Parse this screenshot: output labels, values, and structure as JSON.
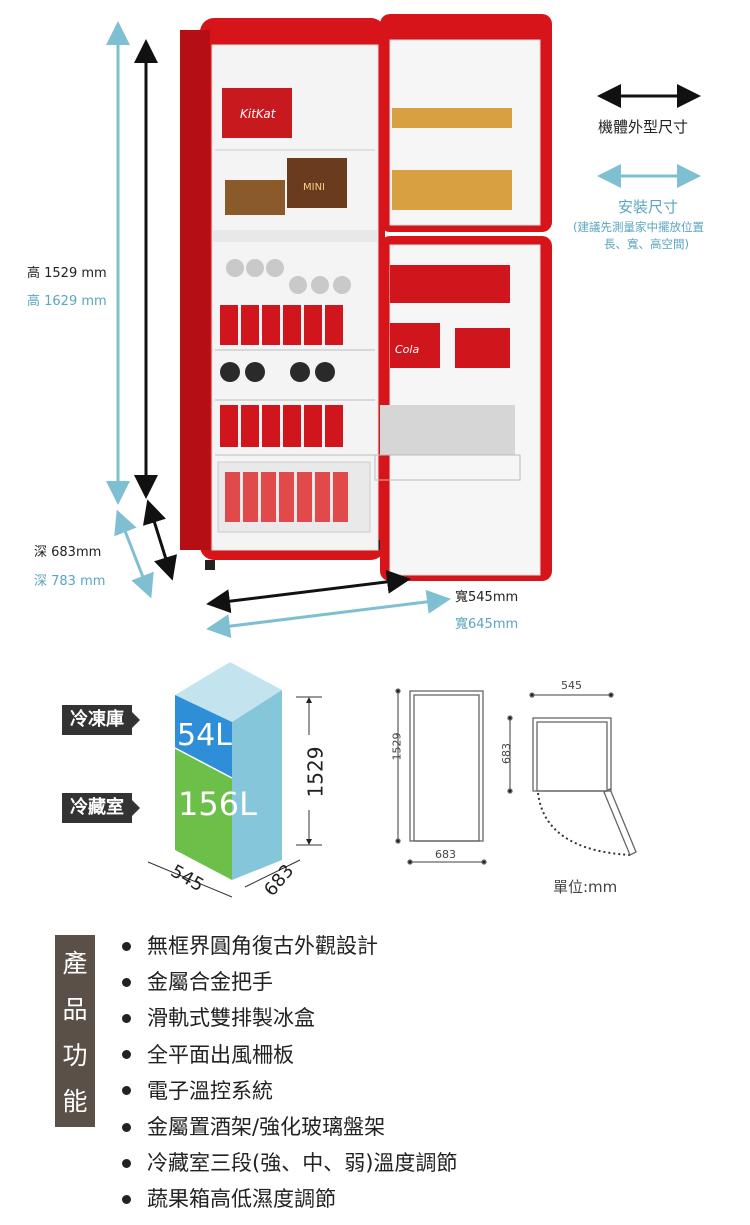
{
  "legend": {
    "body_size": "機體外型尺寸",
    "install_size": "安裝尺寸",
    "install_note_1": "(建議先測量家中擺放位置",
    "install_note_2": "長、寬、高空間)"
  },
  "dimensions": {
    "height_body": "高 1529 mm",
    "height_install": "高 1629 mm",
    "depth_body": "深 683mm",
    "depth_install": "深 783 mm",
    "width_body": "寬545mm",
    "width_install": "寬645mm"
  },
  "capacity": {
    "freezer_label": "冷凍庫",
    "freezer_volume": "54L",
    "fridge_label": "冷藏室",
    "fridge_volume": "156L",
    "height": "1529",
    "width": "545",
    "depth": "683"
  },
  "drawing": {
    "side_height": "1529",
    "side_depth": "683",
    "top_width": "545",
    "top_depth": "683",
    "unit": "單位:mm"
  },
  "fridge_brands": {
    "top_left": "KitKat",
    "top_mid": "MINI",
    "can": "Cola"
  },
  "features": {
    "title_chars": [
      "產",
      "品",
      "功",
      "能"
    ],
    "items": [
      "無框界圓角復古外觀設計",
      "金屬合金把手",
      "滑軌式雙排製冰盒",
      "全平面出風柵板",
      "電子溫控系統",
      "金屬置酒架/強化玻璃盤架",
      "冷藏室三段(強、中、弱)溫度調節",
      "蔬果箱高低濕度調節"
    ]
  },
  "colors": {
    "fridge_red": "#d8141b",
    "teal": "#7fbfd2",
    "freezer_blue": "#2e8fd8",
    "fridge_green": "#6cc04a",
    "feature_box": "#5a5047"
  }
}
